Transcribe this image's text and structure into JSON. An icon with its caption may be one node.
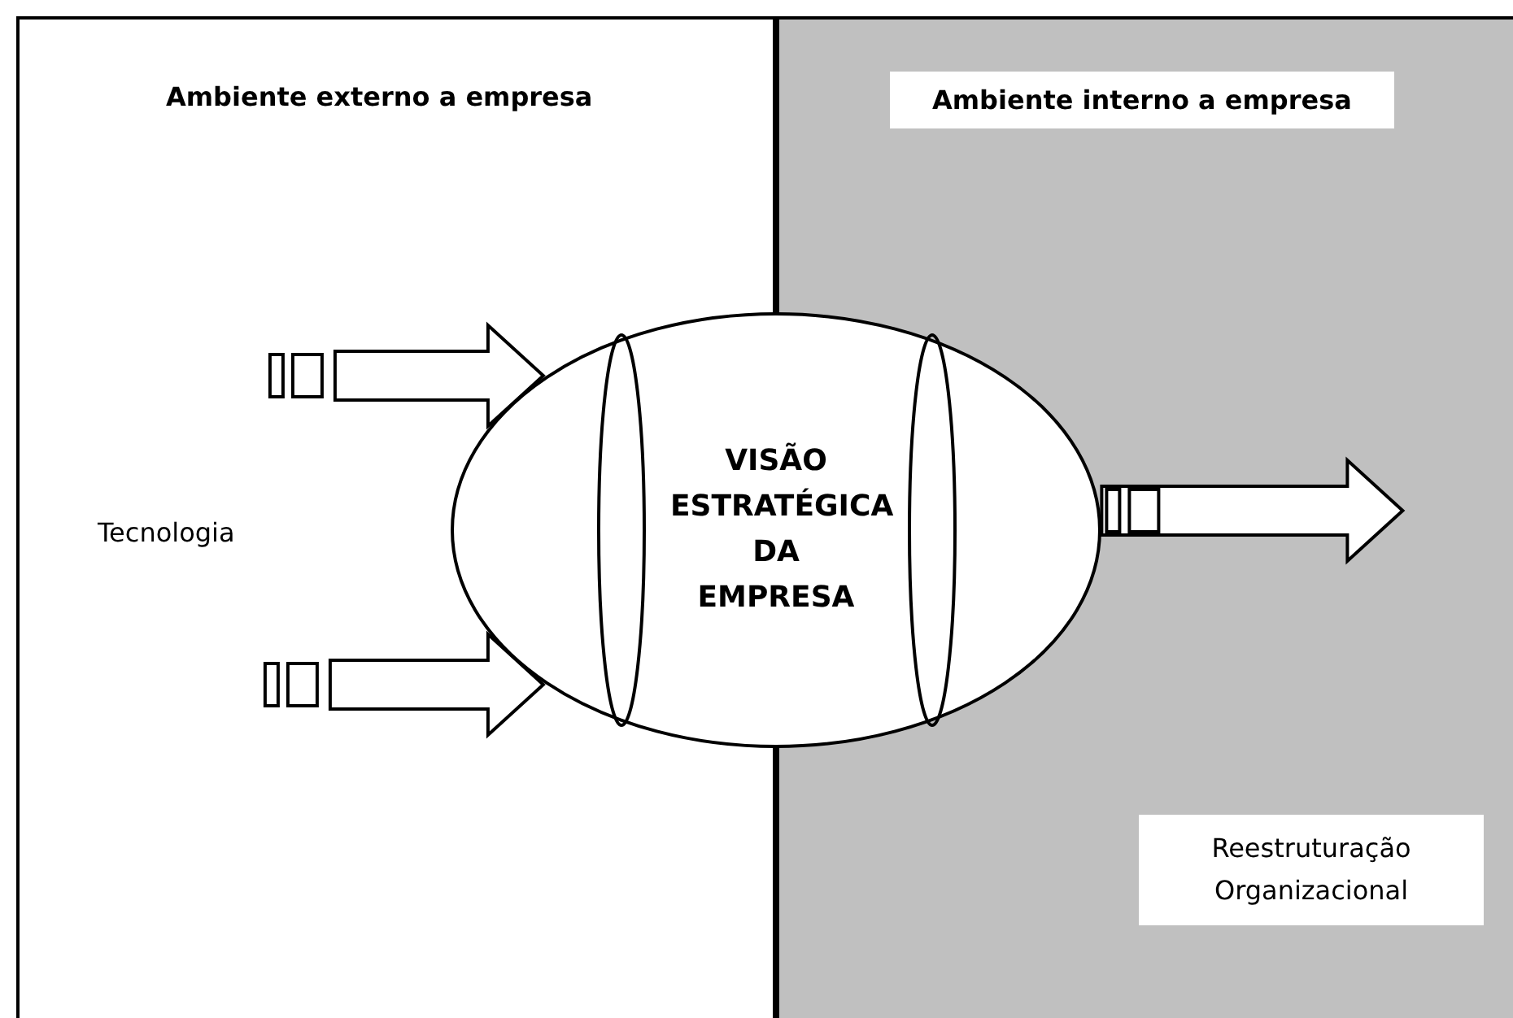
{
  "diagram": {
    "nodes": [
      {
        "text": [
          "Ambiente externo a empresa"
        ]
      },
      {
        "text": [
          "Ambiente interno a empresa"
        ]
      },
      {
        "text": [
          "VISÃO ESTRATÉGICA DA EMPRESA"
        ]
      },
      {
        "text": [
          "Reestruturação Organizacional"
        ],
        "in": 1
      }
    ],
    "edges": [
      {
        "from": null,
        "to": 2,
        "arrow": "to"
      },
      {
        "from": null,
        "to": 2,
        "arrow": "to"
      },
      {
        "from": 2,
        "to": null,
        "arrow": "to"
      }
    ],
    "labels": [
      "Tecnologia"
    ]
  }
}
